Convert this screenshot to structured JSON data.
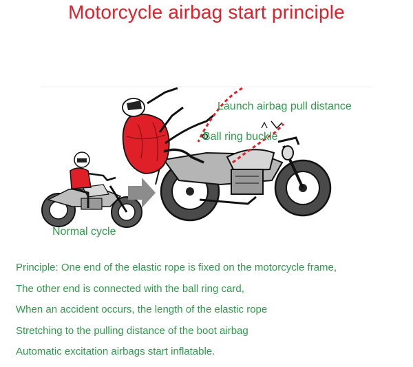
{
  "title": "Motorcycle airbag start principle",
  "labels": {
    "launch_distance": "Launch airbag pull distance",
    "ball_ring_buckle": "Ball ring buckle",
    "normal_cycle": "Normal cycle"
  },
  "principle": [
    "Principle: One end of the elastic rope is fixed on the motorcycle frame,",
    "The other end is connected with the ball ring card,",
    "When an accident occurs, the length of the elastic rope",
    "Stretching to the pulling distance of the boot airbag",
    "Automatic excitation airbags start inflatable."
  ],
  "colors": {
    "title": "#e0202a",
    "text": "#2f9a4a",
    "airbag": "#e02028",
    "arrow": "#8c8c8c"
  }
}
